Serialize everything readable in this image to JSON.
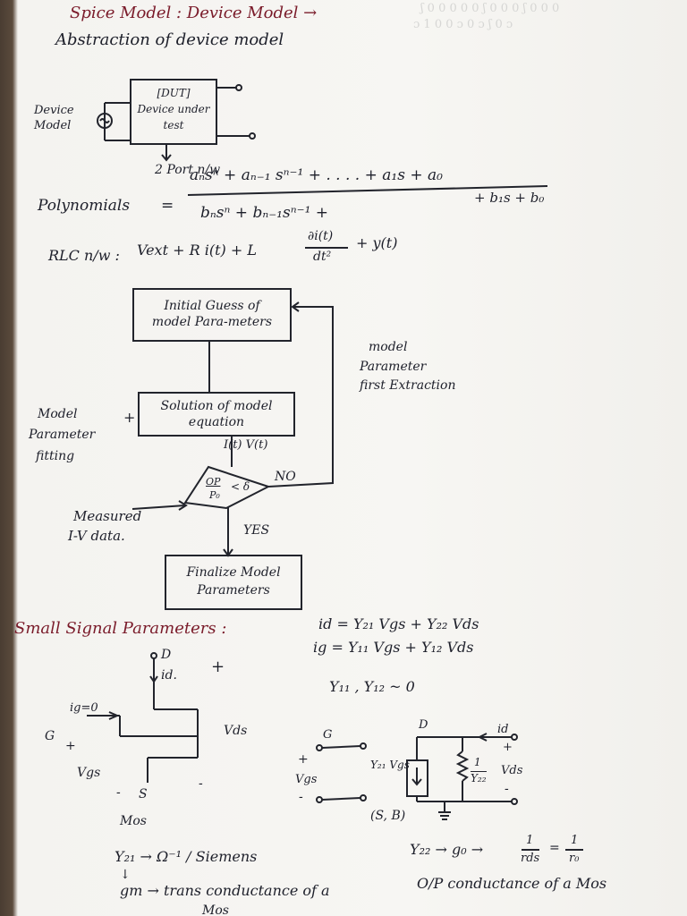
{
  "ghost": {
    "line1": "ʃ 0 0 0 0 0 ʃ 0 0 0 ʃ 0 0 0",
    "line2": "ɔ 1 0 0 ɔ 0 ɔ ʃ 0 ɔ"
  },
  "heading": {
    "line1": "Spice Model : Device Model →",
    "line2": "Abstraction of device model"
  },
  "dut": {
    "source_label": "Device Model",
    "line1": "[DUT]",
    "line2": "Device under",
    "line3": "test",
    "below": "2 Port n/w"
  },
  "polynomials": {
    "label": "Polynomials",
    "eq": "=",
    "numerator": "aₙsⁿ + aₙ₋₁ sⁿ⁻¹ +   . . . .  + a₁s + a₀",
    "denominator": "bₙsⁿ + bₙ₋₁sⁿ⁻¹ +",
    "denominator_tail": "+ b₁s + b₀"
  },
  "rlc": {
    "label": "RLC n/w :",
    "expr_left": "Vext + R i(t) + L",
    "frac_num": "∂i(t)",
    "frac_den": "dt²",
    "expr_right": "+ y(t)"
  },
  "flowchart": {
    "box1": [
      "Initial Guess of",
      "model Para-meters"
    ],
    "box2": [
      "Solution of model",
      "equation"
    ],
    "below_box2": "I(t) V(t)",
    "diamond": [
      "OP",
      "P₀",
      "< δ"
    ],
    "no_label": "NO",
    "yes_label": "YES",
    "box3": [
      "Finalize Model",
      "Parameters"
    ],
    "left_note": [
      "Model",
      "Parameter",
      "fitting"
    ],
    "plus": "+",
    "right_note": [
      "model",
      "Parameter",
      "first Extraction"
    ],
    "measured": [
      "Measured",
      "I-V data."
    ]
  },
  "small_signal": {
    "title": "Small Signal Parameters :",
    "eq1": "id = Y₂₁ Vgs + Y₂₂ Vds",
    "eq2": "ig = Y₁₁ Vgs + Y₁₂ Vds",
    "eq3": "Y₁₁ , Y₁₂ ~ 0"
  },
  "mos": {
    "d": "D",
    "id": "id.",
    "plus_top": "+",
    "ig": "ig=0",
    "g": "G",
    "plus_left": "+",
    "vgs": "Vgs",
    "vds": "Vds",
    "minus_left": "-",
    "s": "S",
    "minus_right": "-",
    "label": "Mos"
  },
  "equiv": {
    "g": "G",
    "plus": "+",
    "vgs": "Vgs",
    "minus": "-",
    "d": "D",
    "id": "id",
    "plus_r": "+",
    "y21vgs": "Y₂₁ Vgs",
    "frac_num": "1",
    "frac_den": "Y₂₂",
    "vds": "Vds",
    "minus_r": "-",
    "sb": "(S, B)"
  },
  "footer": {
    "y21": "Y₂₁ → Ω⁻¹ / Siemens",
    "arrow": "↓",
    "gm": "gm → trans conductance of a",
    "mos_cut": "Mos",
    "y22": "Y₂₂ → g₀ →",
    "frac1_num": "1",
    "frac1_den": "rds",
    "eq": "=",
    "frac2_num": "1",
    "frac2_den": "r₀",
    "op": "O/P conductance of a Mos"
  }
}
